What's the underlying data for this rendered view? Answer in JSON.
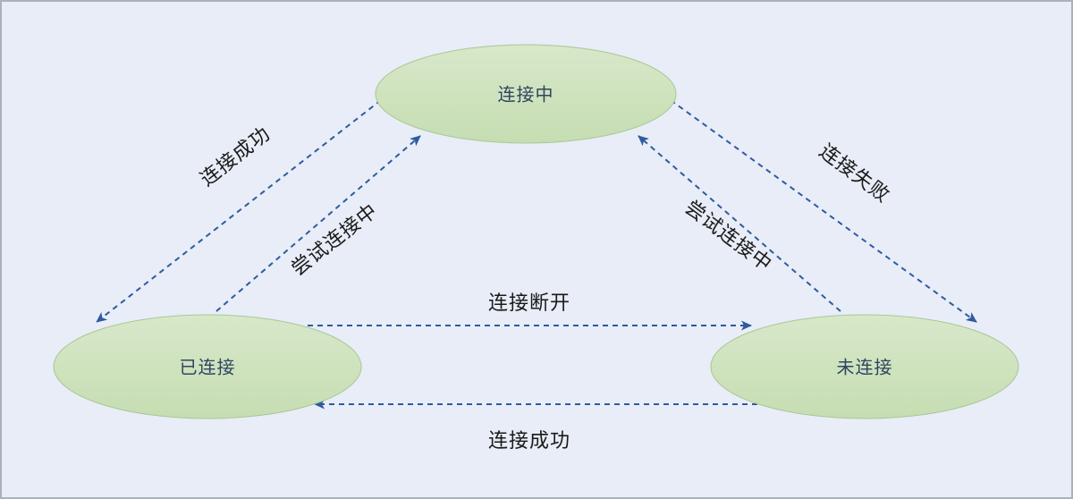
{
  "diagram": {
    "type": "state-diagram",
    "nodes": {
      "connecting": "连接中",
      "connected": "已连接",
      "disconnected": "未连接"
    },
    "edges": {
      "left_outer": "连接成功",
      "left_inner": "尝试连接中",
      "right_outer": "连接失败",
      "right_inner": "尝试连接中",
      "middle_top": "连接断开",
      "middle_bottom": "连接成功"
    },
    "colors": {
      "background": "#e8edf7",
      "border": "#a9b2ba",
      "node_fill": "#cde1bc",
      "node_stroke": "#a9c796",
      "arrow": "#2e5b9f",
      "node_text": "#2f4562",
      "edge_text": "#1a1a1a"
    }
  }
}
